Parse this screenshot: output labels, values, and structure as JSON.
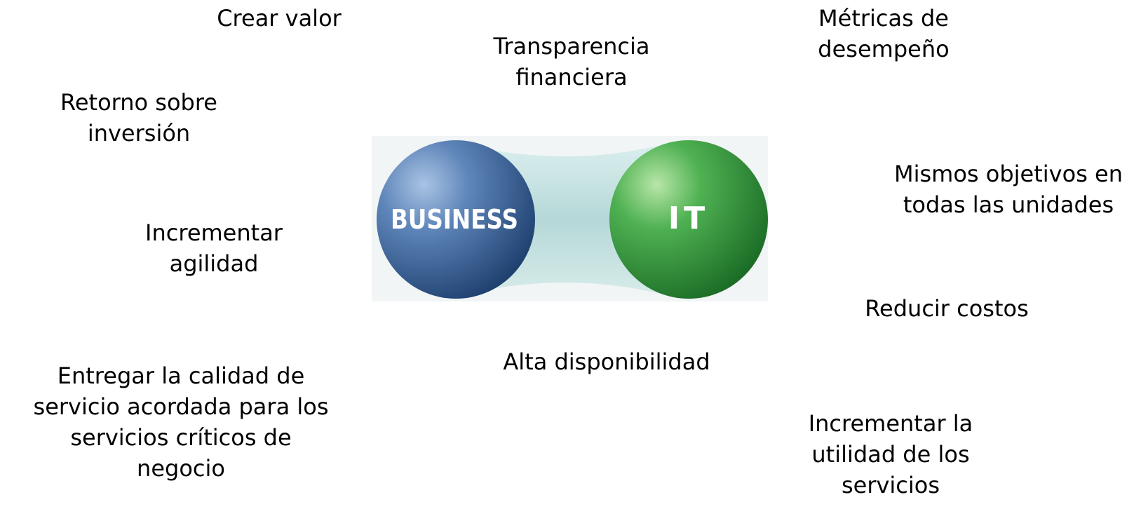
{
  "labels": {
    "crear_valor": [
      "Crear valor"
    ],
    "metricas": [
      "Métricas de",
      "desempeño"
    ],
    "transparencia": [
      "Transparencia",
      "financiera"
    ],
    "retorno": [
      "Retorno sobre",
      "inversión"
    ],
    "mismos_objetivos": [
      "Mismos objetivos en",
      "todas las unidades"
    ],
    "incrementar_agilidad": [
      "Incrementar",
      "agilidad"
    ],
    "reducir_costos": [
      "Reducir costos"
    ],
    "alta_disponibilidad": [
      "Alta disponibilidad"
    ],
    "entregar_calidad": [
      "Entregar la calidad de",
      "servicio acordada para los",
      "servicios críticos de",
      "negocio"
    ],
    "incrementar_utilidad": [
      "Incrementar la",
      "utilidad de los",
      "servicios"
    ]
  },
  "graphic": {
    "business_label": "BUSINESS",
    "it_label": "IT"
  },
  "colors": {
    "business_sphere": "#2e5b8f",
    "it_sphere": "#2f9a3c",
    "connector": "#b8d8d8",
    "sphere_text": "#ffffff"
  }
}
